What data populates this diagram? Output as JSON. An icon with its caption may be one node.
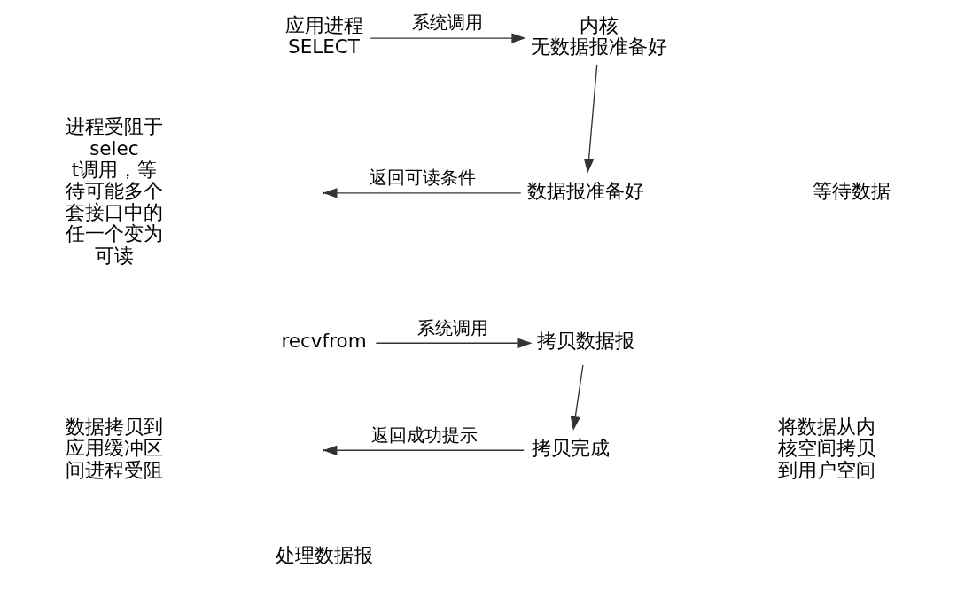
{
  "diagram": {
    "nodes": [
      {
        "text": [
          "应用进程",
          "SELECT"
        ]
      },
      {
        "text": [
          "内核",
          "无数据报准备好"
        ]
      },
      {
        "text": [
          "数据报准备好"
        ]
      },
      {
        "text": [
          "recvfrom"
        ]
      },
      {
        "text": [
          "拷贝数据报"
        ]
      },
      {
        "text": [
          "拷贝完成"
        ]
      },
      {
        "text": [
          "处理数据报"
        ]
      }
    ],
    "edges": [
      {
        "from": 0,
        "to": 1,
        "arrow": "to",
        "label": "系统调用"
      },
      {
        "from": 1,
        "to": 2,
        "arrow": "to"
      },
      {
        "from": 2,
        "to": null,
        "arrow": "to",
        "label": "返回可读条件"
      },
      {
        "from": 3,
        "to": 4,
        "arrow": "to",
        "label": "系统调用"
      },
      {
        "from": 4,
        "to": 5,
        "arrow": "to"
      },
      {
        "from": 5,
        "to": null,
        "arrow": "to",
        "label": "返回成功提示"
      }
    ],
    "labels": [
      "进程受阻于select调用，等待可能多个套接口中的任一个变为可读",
      "等待数据",
      "数据拷贝到应用缓冲区间进程受阻",
      "将数据从内核空间拷贝到用户空间"
    ]
  }
}
